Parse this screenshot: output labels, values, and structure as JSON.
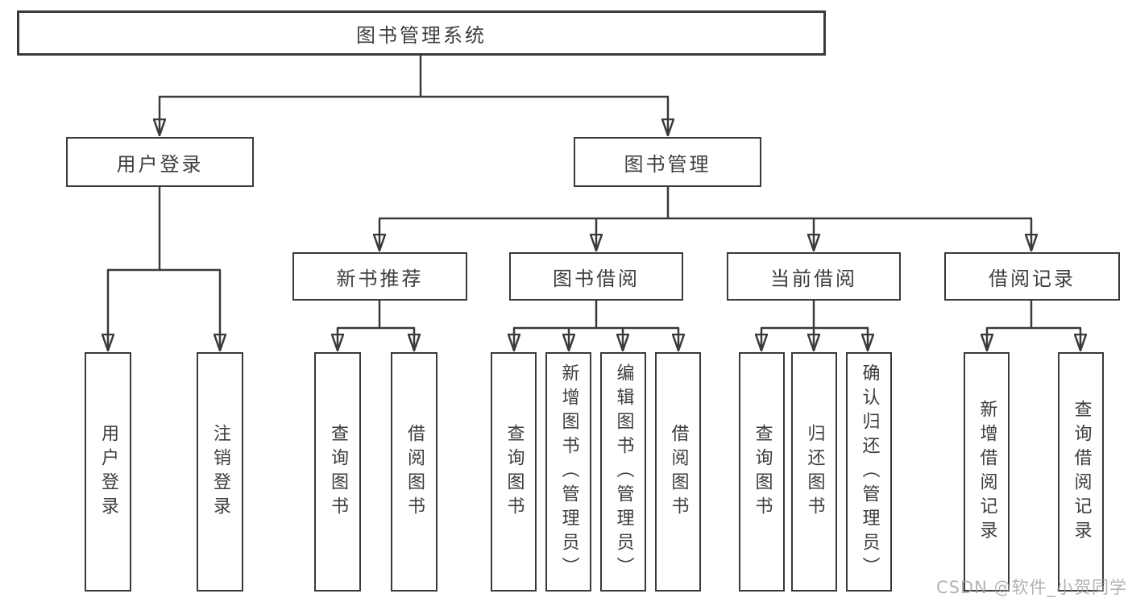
{
  "colors": {
    "line": "#3a3a3a",
    "text": "#3d3d3d",
    "watermark": "#a0a0a0"
  },
  "watermark": "CSDN @软件_小贺同学",
  "diagram_type": "hierarchy-tree",
  "tree": {
    "label": "图书管理系统",
    "children": [
      {
        "label": "用户登录",
        "children": [
          {
            "label": "用户登录"
          },
          {
            "label": "注销登录"
          }
        ]
      },
      {
        "label": "图书管理",
        "children": [
          {
            "label": "新书推荐",
            "children": [
              {
                "label": "查询图书"
              },
              {
                "label": "借阅图书"
              }
            ]
          },
          {
            "label": "图书借阅",
            "children": [
              {
                "label": "查询图书"
              },
              {
                "label": "新增图书（管理员）"
              },
              {
                "label": "编辑图书（管理员）"
              },
              {
                "label": "借阅图书"
              }
            ]
          },
          {
            "label": "当前借阅",
            "children": [
              {
                "label": "查询图书"
              },
              {
                "label": "归还图书"
              },
              {
                "label": "确认归还（管理员）"
              }
            ]
          },
          {
            "label": "借阅记录",
            "children": [
              {
                "label": "新增借阅记录"
              },
              {
                "label": "查询借阅记录"
              }
            ]
          }
        ]
      }
    ]
  }
}
